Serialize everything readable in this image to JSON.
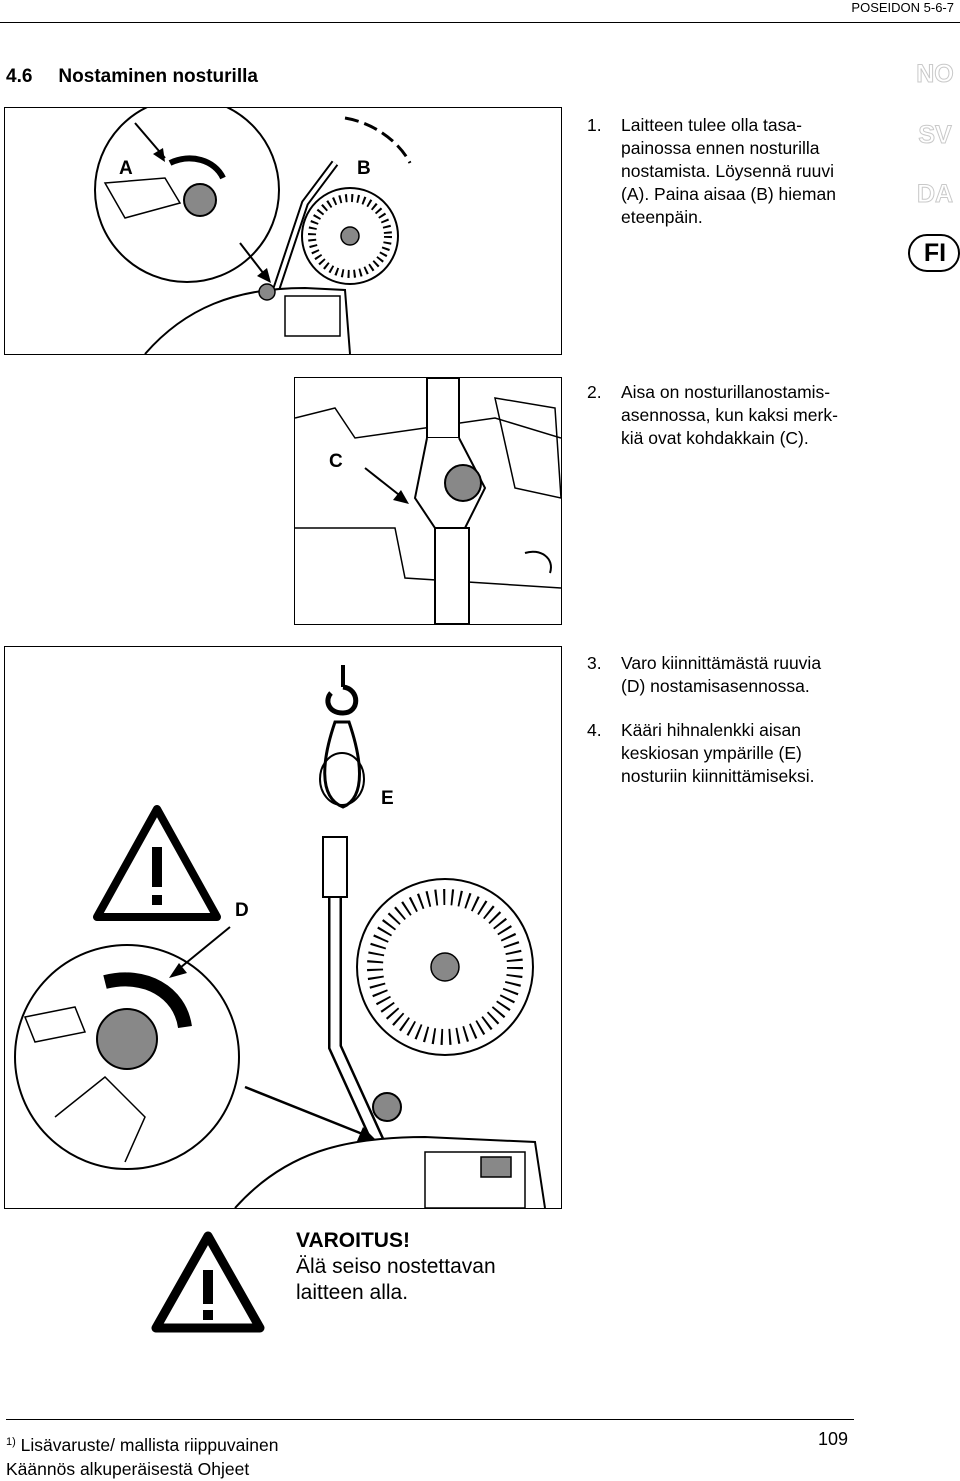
{
  "header": {
    "product": "POSEIDON 5-6-7"
  },
  "section": {
    "number": "4.6",
    "title": "Nostaminen nosturilla"
  },
  "languages": [
    {
      "code": "NO",
      "active": false
    },
    {
      "code": "SV",
      "active": false
    },
    {
      "code": "DA",
      "active": false
    },
    {
      "code": "FI",
      "active": true
    }
  ],
  "figures": {
    "fig1": {
      "label_a": "A",
      "label_b": "B"
    },
    "fig2": {
      "label_c": "C"
    },
    "fig3": {
      "label_d": "D",
      "label_e": "E"
    }
  },
  "steps": [
    {
      "number": "1.",
      "text": "Laitteen tulee olla tasa-\npainossa ennen nosturilla\nnostamista. Löysennä ruuvi\n(A). Paina aisaa (B) hieman\neteenpäin."
    },
    {
      "number": "2.",
      "text": "Aisa on nosturillanostamis-\nasennossa, kun kaksi merk-\nkiä ovat kohdakkain (C)."
    },
    {
      "number": "3.",
      "text": "Varo kiinnittämästä ruuvia\n(D) nostamisasennossa."
    },
    {
      "number": "4.",
      "text": "Kääri hihnalenkki aisan\nkeskiosan ympärille (E)\nnosturiin kiinnittämiseksi."
    }
  ],
  "warning": {
    "heading": "VAROITUS!",
    "text": "Älä seiso nostettavan\nlaitteen alla."
  },
  "footer": {
    "footnote_marker": "1)",
    "footnote_text": "Lisävaruste/ mallista riippuvainen",
    "translation_note": "Käännös alkuperäisestä Ohjeet",
    "page_number": "109"
  },
  "colors": {
    "text": "#000000",
    "lang_outline": "#c9c9c9"
  }
}
